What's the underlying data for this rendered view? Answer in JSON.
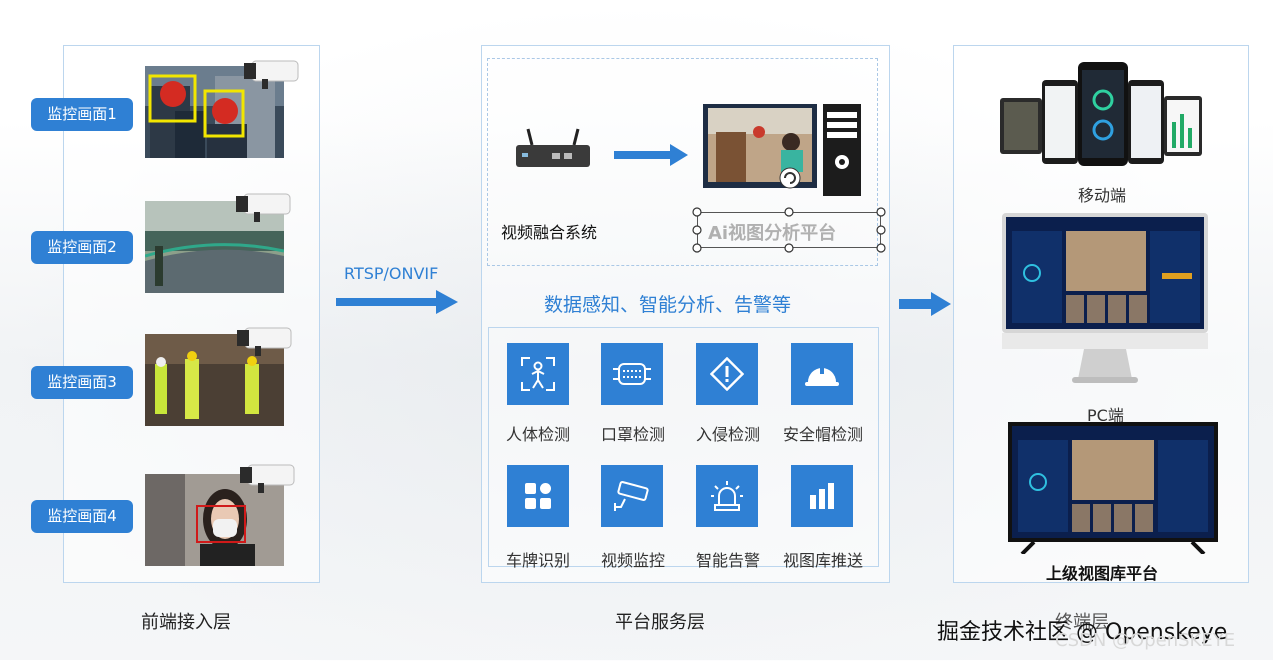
{
  "front": {
    "title": "前端接入层",
    "items": [
      {
        "label": "监控画面1"
      },
      {
        "label": "监控画面2"
      },
      {
        "label": "监控画面3"
      },
      {
        "label": "监控画面4"
      }
    ]
  },
  "protocol": "RTSP/ONVIF",
  "platform": {
    "title": "平台服务层",
    "fusion_label": "视频融合系统",
    "ai_label": "Ai视图分析平台",
    "caption": "数据感知、智能分析、告警等",
    "features": [
      {
        "label": "人体检测",
        "icon": "person-detect-icon"
      },
      {
        "label": "口罩检测",
        "icon": "mask-icon"
      },
      {
        "label": "入侵检测",
        "icon": "warning-icon"
      },
      {
        "label": "安全帽检测",
        "icon": "helmet-icon"
      },
      {
        "label": "车牌识别",
        "icon": "grid-icon"
      },
      {
        "label": "视频监控",
        "icon": "cctv-icon"
      },
      {
        "label": "智能告警",
        "icon": "alarm-light-icon"
      },
      {
        "label": "视图库推送",
        "icon": "bar-chart-icon"
      }
    ]
  },
  "terminal": {
    "mobile_label": "移动端",
    "pc_label": "PC端",
    "upper_label": "上级视图库平台",
    "title_visible": "终端层"
  },
  "watermark": {
    "main": "掘金技术社区 @ Openskeye",
    "sub": "CSDN @OpenSKEYE"
  },
  "colors": {
    "accent": "#2f80d4",
    "panel_border": "#bcd6ee"
  }
}
